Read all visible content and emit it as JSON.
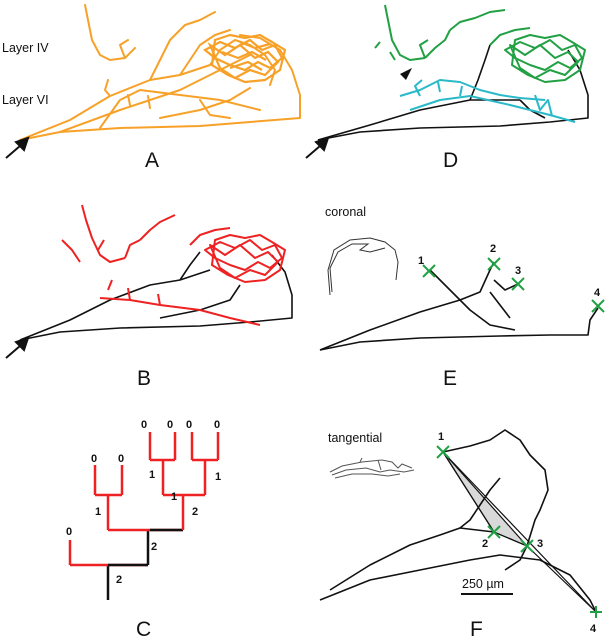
{
  "panels": {
    "A": {
      "letter": "A",
      "layer_iv": "Layer IV",
      "layer_vi": "Layer VI"
    },
    "B": {
      "letter": "B"
    },
    "C": {
      "letter": "C",
      "leaf_labels": [
        "0",
        "0",
        "0",
        "0",
        "0",
        "0",
        "0"
      ],
      "branch_labels": [
        "1",
        "1",
        "1",
        "1",
        "2",
        "2",
        "2"
      ]
    },
    "D": {
      "letter": "D"
    },
    "E": {
      "letter": "E",
      "inset_label": "coronal",
      "points": [
        "1",
        "2",
        "3",
        "4"
      ]
    },
    "F": {
      "letter": "F",
      "inset_label": "tangential",
      "points": [
        "1",
        "2",
        "3",
        "4"
      ],
      "scale_bar": "250 µm"
    }
  },
  "colors": {
    "orange": "#f7a128",
    "red": "#ee2222",
    "green": "#22a044",
    "cyan": "#2ab9c8",
    "black": "#111111",
    "marker": "#22a044"
  }
}
